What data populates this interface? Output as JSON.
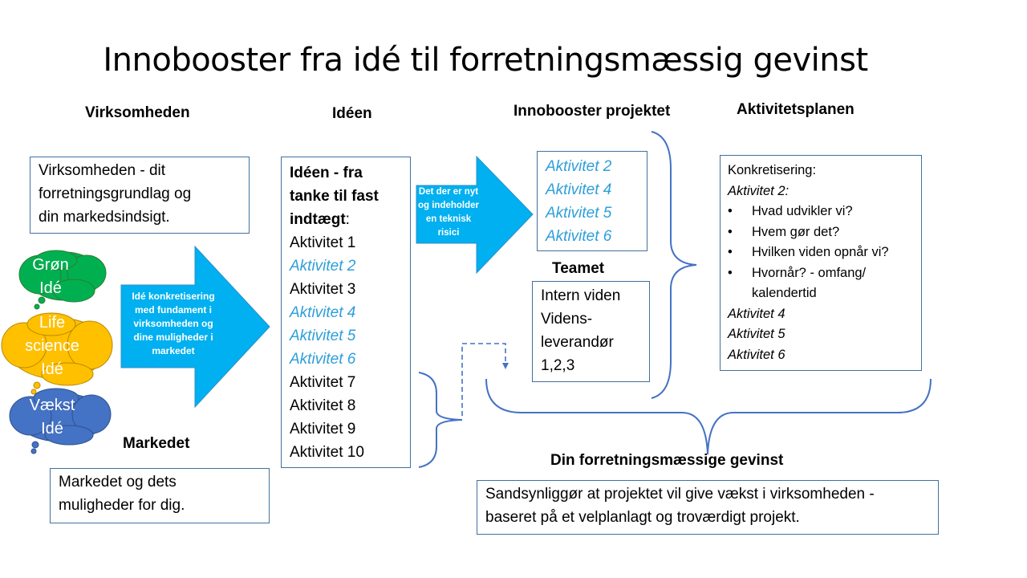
{
  "title": "Innobooster fra idé til forretningsmæssig gevinst",
  "headings": {
    "virksomheden": "Virksomheden",
    "ideen": "Idéen",
    "projektet": "Innobooster projektet",
    "aktivitetsplanen": "Aktivitetsplanen",
    "teamet": "Teamet",
    "markedet": "Markedet",
    "gevinst": "Din forretningsmæssige gevinst"
  },
  "virksomheden_box": [
    "Virksomheden - dit",
    "forretningsgrundlag og",
    "din markedsindsigt."
  ],
  "markedet_box": [
    "Markedet og dets",
    "muligheder for dig."
  ],
  "ideen_box": {
    "title_lines": [
      "Idéen - fra",
      "tanke til fast"
    ],
    "title_last_bold": "indtægt",
    "title_last_suffix": ":",
    "activities": [
      {
        "label": "Aktivitet 1",
        "highlight": false
      },
      {
        "label": "Aktivitet 2",
        "highlight": true
      },
      {
        "label": "Aktivitet 3",
        "highlight": false
      },
      {
        "label": "Aktivitet 4",
        "highlight": true
      },
      {
        "label": "Aktivitet 5",
        "highlight": true
      },
      {
        "label": "Aktivitet 6",
        "highlight": true
      },
      {
        "label": "Aktivitet 7",
        "highlight": false
      },
      {
        "label": "Aktivitet 8",
        "highlight": false
      },
      {
        "label": "Aktivitet 9",
        "highlight": false
      },
      {
        "label": "Aktivitet 10",
        "highlight": false
      }
    ]
  },
  "projekt_box": [
    "Aktivitet 2",
    "Aktivitet 4",
    "Aktivitet 5",
    "Aktivitet 6"
  ],
  "teamet_box": [
    "Intern viden",
    "Videns-",
    "leverandør",
    "1,2,3"
  ],
  "plan_box": {
    "intro": "Konkretisering:",
    "sub": "Aktivitet 2:",
    "bullets": [
      "Hvad udvikler vi?",
      "Hvem gør det?",
      "Hvilken viden opnår vi?",
      "Hvornår? -  omfang/"
    ],
    "bullet_cont": "kalendertid",
    "others": [
      "Aktivitet 4",
      "Aktivitet 5",
      "Aktivitet 6"
    ]
  },
  "gevinst_box": [
    "Sandsynliggør at projektet vil give vækst i virksomheden -",
    "baseret på et velplanlagt og troværdigt projekt."
  ],
  "arrow_big": [
    "Idé konkretisering",
    "med fundament i",
    "virksomheden og",
    "dine muligheder i",
    "markedet"
  ],
  "arrow_small": [
    "Det der er nyt",
    "og indeholder",
    "en teknisk",
    "risici"
  ],
  "clouds": {
    "green": [
      "Grøn",
      "Idé"
    ],
    "yellow": [
      "Life",
      "science",
      "Idé"
    ],
    "blue": [
      "Vækst",
      "Idé"
    ]
  },
  "colors": {
    "box_border": "#41719c",
    "arrow": "#00b0f0",
    "highlight_text": "#2e9fd9",
    "cloud_green": "#00b050",
    "cloud_yellow": "#ffc000",
    "cloud_blue": "#4472c4"
  }
}
